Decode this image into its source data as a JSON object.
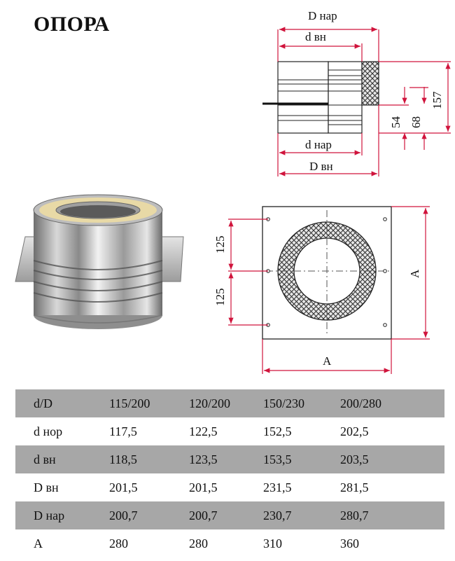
{
  "title": "ОПОРА",
  "side_labels": {
    "D_nar": "D нар",
    "d_vn": "d вн",
    "d_nar": "d нар",
    "D_vn": "D вн",
    "h157": "157",
    "h68": "68",
    "h54": "54"
  },
  "plan_labels": {
    "top125": "125",
    "bottom125": "125",
    "A_right": "A",
    "A_bottom": "A"
  },
  "table": {
    "rows": [
      {
        "label": "d/D",
        "values": [
          "115/200",
          "120/200",
          "150/230",
          "200/280"
        ]
      },
      {
        "label": "d нор",
        "values": [
          "117,5",
          "122,5",
          "152,5",
          "202,5"
        ]
      },
      {
        "label": "d вн",
        "values": [
          "118,5",
          "123,5",
          "153,5",
          "203,5"
        ]
      },
      {
        "label": "D вн",
        "values": [
          "201,5",
          "201,5",
          "231,5",
          "281,5"
        ]
      },
      {
        "label": "D нар",
        "values": [
          "200,7",
          "200,7",
          "230,7",
          "280,7"
        ]
      },
      {
        "label": "A",
        "values": [
          "280",
          "280",
          "310",
          "360"
        ]
      }
    ]
  },
  "colors": {
    "dimension_line": "#d0143c",
    "table_shade": "#a7a7a7"
  }
}
